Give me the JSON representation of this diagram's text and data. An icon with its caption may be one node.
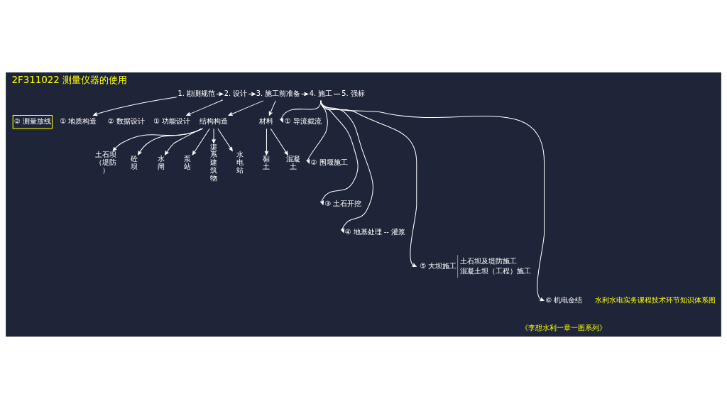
{
  "diagram": {
    "title": "2F311022 测量仪器的使用",
    "nodes": [
      {
        "text": [
          "1. 勘测规范"
        ]
      },
      {
        "text": [
          "2. 设计"
        ]
      },
      {
        "text": [
          "3. 施工前准备"
        ]
      },
      {
        "text": [
          "4. 施工"
        ]
      },
      {
        "text": [
          "5. 强标"
        ]
      },
      {
        "text": [
          "① 地质构造"
        ]
      },
      {
        "text": [
          "② 测量放线"
        ]
      },
      {
        "text": [
          "① 功能设计"
        ]
      },
      {
        "text": [
          "② 数据设计"
        ]
      },
      {
        "text": [
          "结构构造"
        ]
      },
      {
        "text": [
          "材料"
        ]
      },
      {
        "text": [
          "土石坝（堤防）"
        ]
      },
      {
        "text": [
          "砼坝"
        ]
      },
      {
        "text": [
          "水闸"
        ]
      },
      {
        "text": [
          "泵站"
        ]
      },
      {
        "text": [
          "渠系建筑物"
        ]
      },
      {
        "text": [
          "水电站"
        ]
      },
      {
        "text": [
          "黏土"
        ]
      },
      {
        "text": [
          "混凝土"
        ]
      },
      {
        "text": [
          "① 导流截流"
        ]
      },
      {
        "text": [
          "② 围堰施工"
        ]
      },
      {
        "text": [
          "③ 土石开挖"
        ]
      },
      {
        "text": [
          "④ 地基处理 -- 灌浆"
        ]
      },
      {
        "text": [
          "⑤ 大坝施工",
          "土石坝及堤防施工",
          "混凝土坝（工程）施工"
        ]
      },
      {
        "text": [
          "⑥ 机电金结"
        ]
      }
    ],
    "edges": [
      {
        "from": 0,
        "to": 1,
        "arrow": "to"
      },
      {
        "from": 1,
        "to": 2,
        "arrow": "to"
      },
      {
        "from": 2,
        "to": 3,
        "arrow": "to"
      },
      {
        "from": 3,
        "to": 4,
        "arrow": "none"
      },
      {
        "from": 0,
        "to": 5,
        "arrow": "to"
      },
      {
        "from": 1,
        "to": 7,
        "arrow": "to"
      },
      {
        "from": 2,
        "to": 9,
        "arrow": "to"
      },
      {
        "from": 2,
        "to": 10,
        "arrow": "to"
      },
      {
        "from": 9,
        "to": 11,
        "arrow": "to"
      },
      {
        "from": 9,
        "to": 12,
        "arrow": "to"
      },
      {
        "from": 9,
        "to": 13,
        "arrow": "to"
      },
      {
        "from": 9,
        "to": 14,
        "arrow": "to"
      },
      {
        "from": 9,
        "to": 15,
        "arrow": "to"
      },
      {
        "from": 9,
        "to": 16,
        "arrow": "to"
      },
      {
        "from": 10,
        "to": 17,
        "arrow": "to"
      },
      {
        "from": 10,
        "to": 18,
        "arrow": "to"
      },
      {
        "from": 3,
        "to": 19,
        "arrow": "to"
      },
      {
        "from": 3,
        "to": 20,
        "arrow": "to"
      },
      {
        "from": 3,
        "to": 21,
        "arrow": "to"
      },
      {
        "from": 3,
        "to": 22,
        "arrow": "to"
      },
      {
        "from": 3,
        "to": 23,
        "arrow": "to"
      },
      {
        "from": 3,
        "to": 24,
        "arrow": "to"
      }
    ],
    "labels": [
      "水利水电实务课程技术环节知识体系图",
      "《李想水利一章一图系列》"
    ]
  }
}
